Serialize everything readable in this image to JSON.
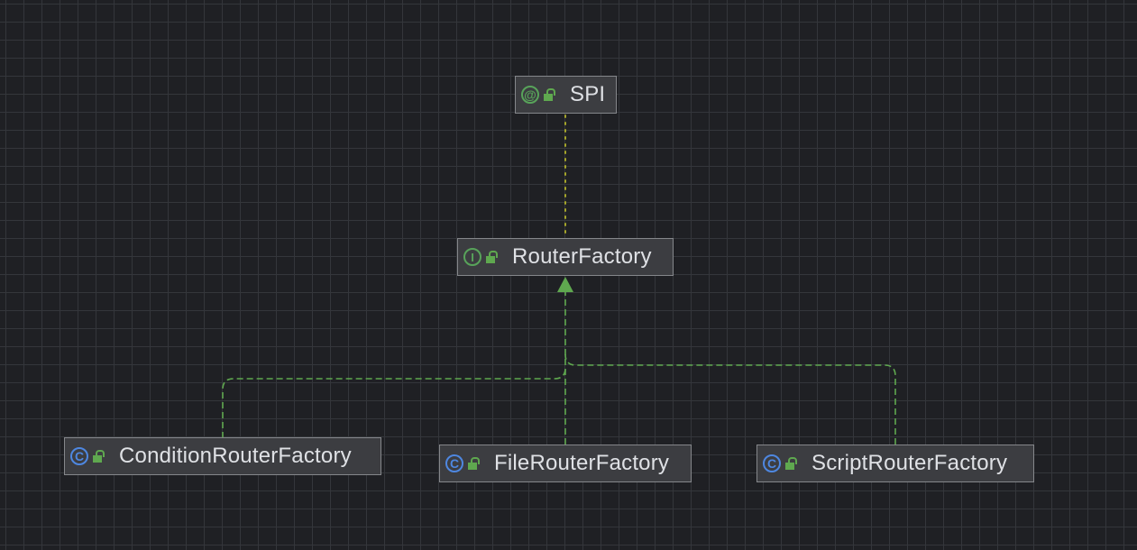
{
  "diagram": {
    "nodes": [
      {
        "id": "spi",
        "kind": "annotation",
        "kind_glyph": "@",
        "label": "SPI"
      },
      {
        "id": "router-factory",
        "kind": "interface",
        "kind_glyph": "I",
        "label": "RouterFactory"
      },
      {
        "id": "condition-router-factory",
        "kind": "class",
        "kind_glyph": "C",
        "label": "ConditionRouterFactory"
      },
      {
        "id": "file-router-factory",
        "kind": "class",
        "kind_glyph": "C",
        "label": "FileRouterFactory"
      },
      {
        "id": "script-router-factory",
        "kind": "class",
        "kind_glyph": "C",
        "label": "ScriptRouterFactory"
      }
    ],
    "edges": [
      {
        "from": "router-factory",
        "to": "spi",
        "type": "annotated-with"
      },
      {
        "from": "condition-router-factory",
        "to": "router-factory",
        "type": "implements"
      },
      {
        "from": "file-router-factory",
        "to": "router-factory",
        "type": "implements"
      },
      {
        "from": "script-router-factory",
        "to": "router-factory",
        "type": "implements"
      }
    ],
    "colors": {
      "background": "#1f2024",
      "grid": "#34363b",
      "node_fill": "#3c3d41",
      "node_border": "#85878b",
      "text": "#dfe1e5",
      "interface_accent": "#58a35a",
      "class_accent": "#4e87e0",
      "annotation_edge": "#a5a52a",
      "implements_edge": "#5fa84f"
    },
    "icons": {
      "visibility": "public-lock-icon"
    }
  }
}
